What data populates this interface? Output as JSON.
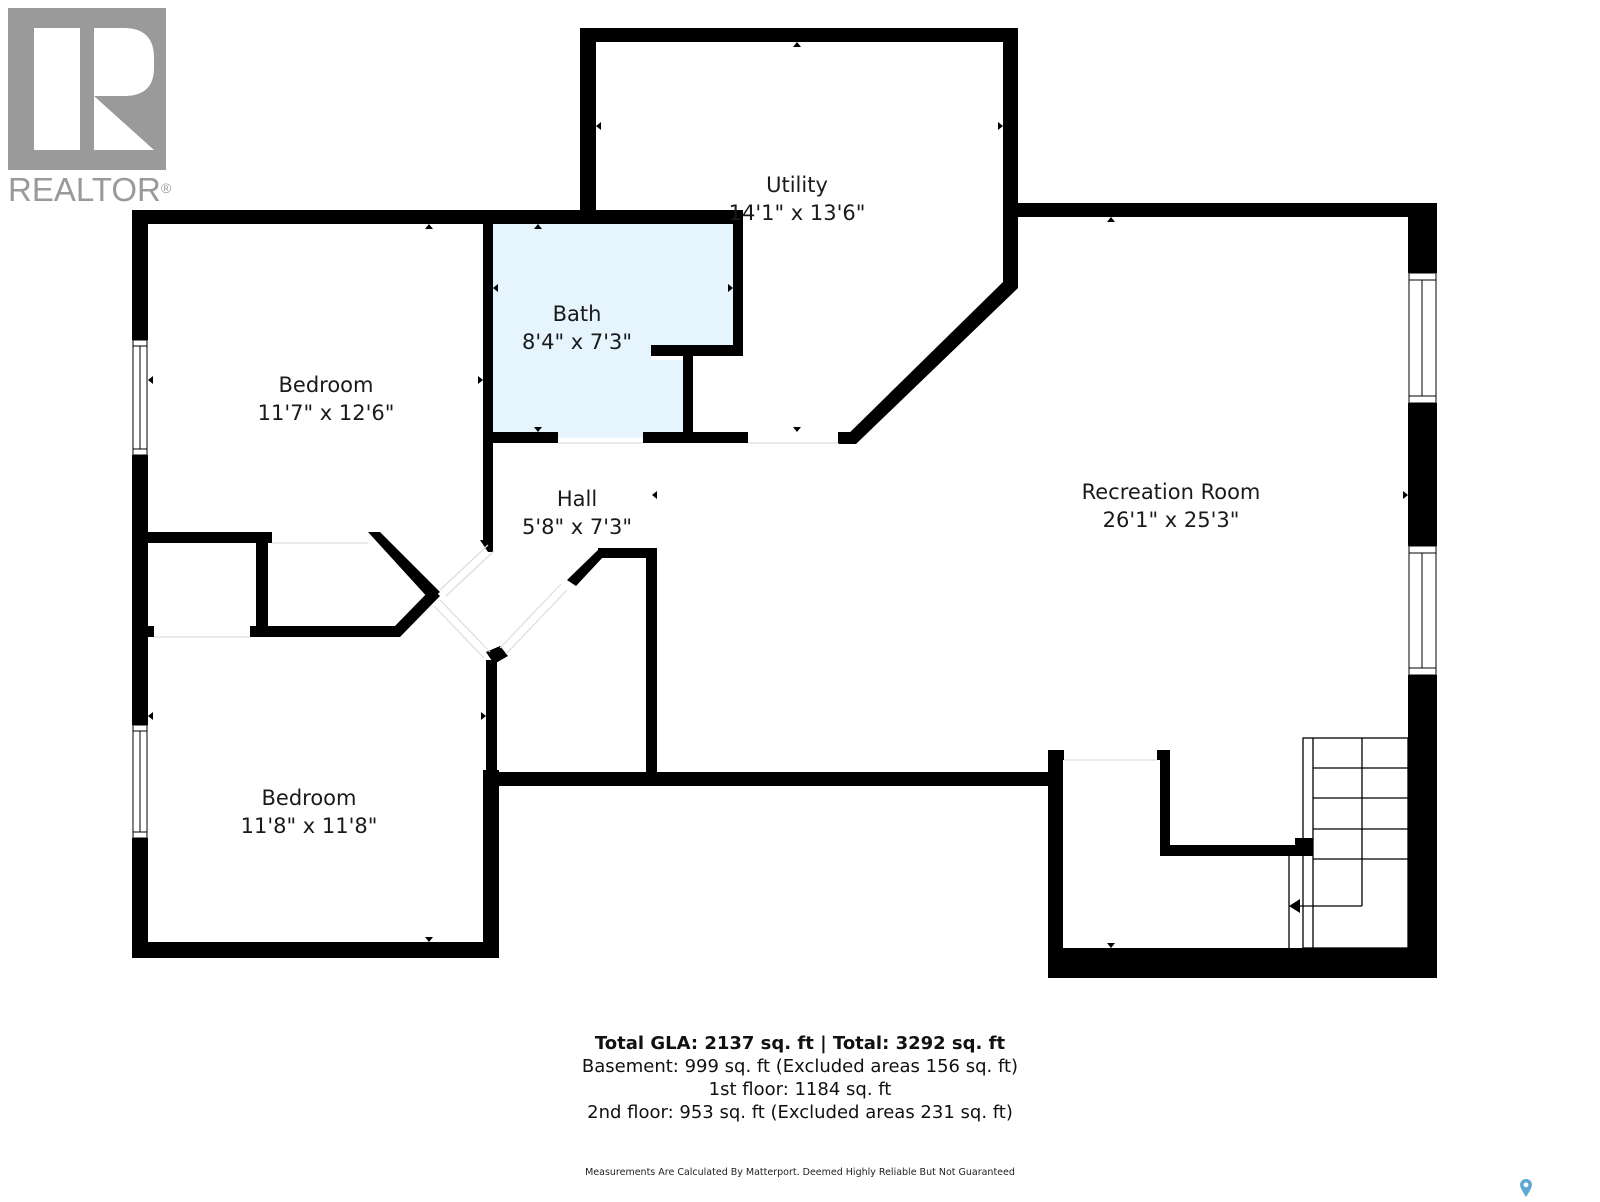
{
  "logo": {
    "icon": "realtor-r-icon",
    "wordmark": "REALTOR",
    "registered": "®",
    "color": "#9a9a9a"
  },
  "floorplan": {
    "wall_color": "#000000",
    "bath_fill": "#e5f4fd",
    "rooms": [
      {
        "id": "utility",
        "name": "Utility",
        "dimensions": "14'1\" x 13'6\""
      },
      {
        "id": "bath",
        "name": "Bath",
        "dimensions": "8'4\" x 7'3\""
      },
      {
        "id": "bedroom1",
        "name": "Bedroom",
        "dimensions": "11'7\" x 12'6\""
      },
      {
        "id": "hall",
        "name": "Hall",
        "dimensions": "5'8\" x 7'3\""
      },
      {
        "id": "recreation",
        "name": "Recreation Room",
        "dimensions": "26'1\" x 25'3\""
      },
      {
        "id": "bedroom2",
        "name": "Bedroom",
        "dimensions": "11'8\" x 11'8\""
      }
    ]
  },
  "summary": {
    "total_line": "Total GLA: 2137 sq. ft | Total: 3292 sq. ft",
    "basement": "Basement: 999 sq. ft (Excluded areas 156 sq. ft)",
    "first_floor": "1st floor: 1184 sq. ft",
    "second_floor": "2nd floor: 953 sq. ft (Excluded areas 231 sq. ft)",
    "disclaimer": "Measurements Are Calculated By Matterport. Deemed Highly Reliable But Not Guaranteed"
  },
  "map_pin": {
    "icon": "location-pin-icon",
    "color": "#5fa8d3"
  }
}
